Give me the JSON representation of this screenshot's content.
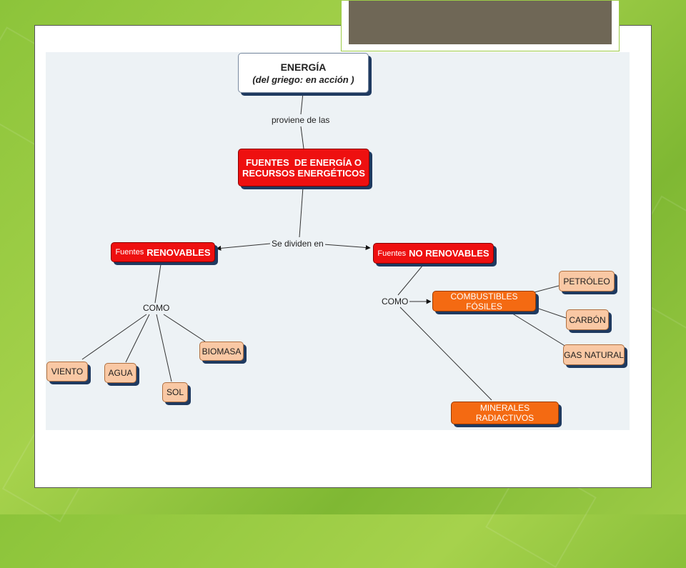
{
  "diagram": {
    "root": {
      "title": "ENERGÍA",
      "subtitle": "(del griego: en acción )"
    },
    "link_proviene": "proviene de las",
    "sources": {
      "line1": "FUENTES  DE ENERGÍA O",
      "line2": "RECURSOS ENERGÉTICOS"
    },
    "link_divide": "Se dividen en",
    "renewable": {
      "prefix": "Fuentes",
      "label": "RENOVABLES"
    },
    "nonrenewable": {
      "prefix": "Fuentes",
      "label": "NO RENOVABLES"
    },
    "como_left": "COMO",
    "como_right": "COMO",
    "renewable_items": [
      "VIENTO",
      "AGUA",
      "SOL",
      "BIOMASA"
    ],
    "fossil": "COMBUSTIBLES FÓSILES",
    "fossil_items": [
      "PETRÓLEO",
      "CARBÓN",
      "GAS NATURAL"
    ],
    "radioactive": "MINERALES RADIACTIVOS"
  }
}
